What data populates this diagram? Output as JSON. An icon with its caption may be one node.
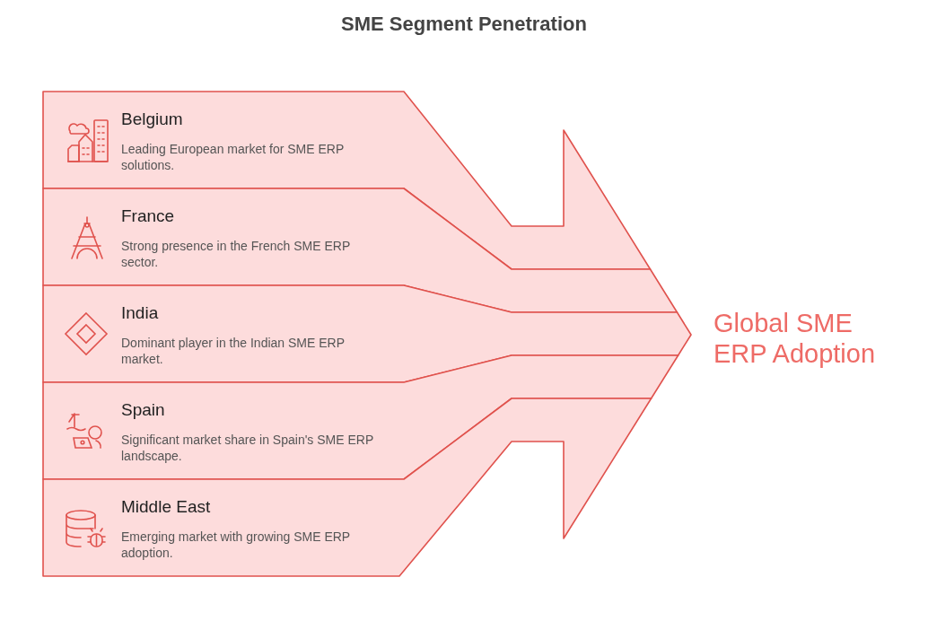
{
  "diagram": {
    "title": "SME Segment Penetration",
    "nodes": [
      {
        "text": [
          "Belgium",
          "Leading European market for SME ERP solutions."
        ]
      },
      {
        "text": [
          "France",
          "Strong presence in the French SME ERP sector."
        ]
      },
      {
        "text": [
          "India",
          "Dominant player in the Indian SME ERP market."
        ]
      },
      {
        "text": [
          "Spain",
          "Significant market share in Spain's SME ERP landscape."
        ]
      },
      {
        "text": [
          "Middle East",
          "Emerging market with growing SME ERP adoption."
        ]
      }
    ],
    "labels": [
      "Global SME ERP Adoption"
    ]
  }
}
